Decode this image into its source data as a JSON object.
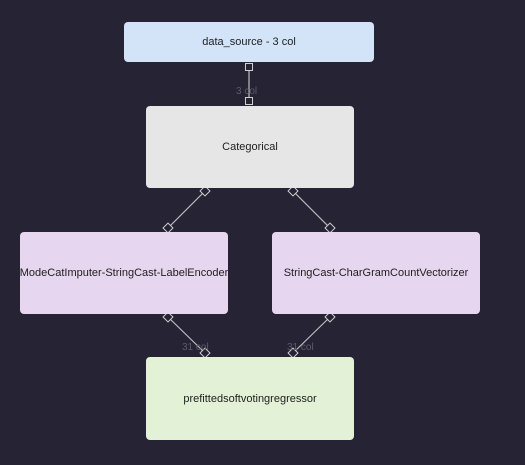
{
  "nodes": {
    "source": "data_source - 3 col",
    "categorical": "Categorical",
    "left": "ModeCatImputer-StringCast-LabelEncoder",
    "right": "StringCast-CharGramCountVectorizer",
    "regressor": "prefittedsoftvotingregressor"
  },
  "edges": {
    "source_to_categorical": "3 col",
    "left_to_regressor": "31 col",
    "right_to_regressor": "31 col"
  },
  "colors": {
    "background": "#252334",
    "source": "#d3e4f8",
    "categorical": "#e6e6e6",
    "transform": "#e6d6ef",
    "regressor": "#e3f2d6"
  }
}
